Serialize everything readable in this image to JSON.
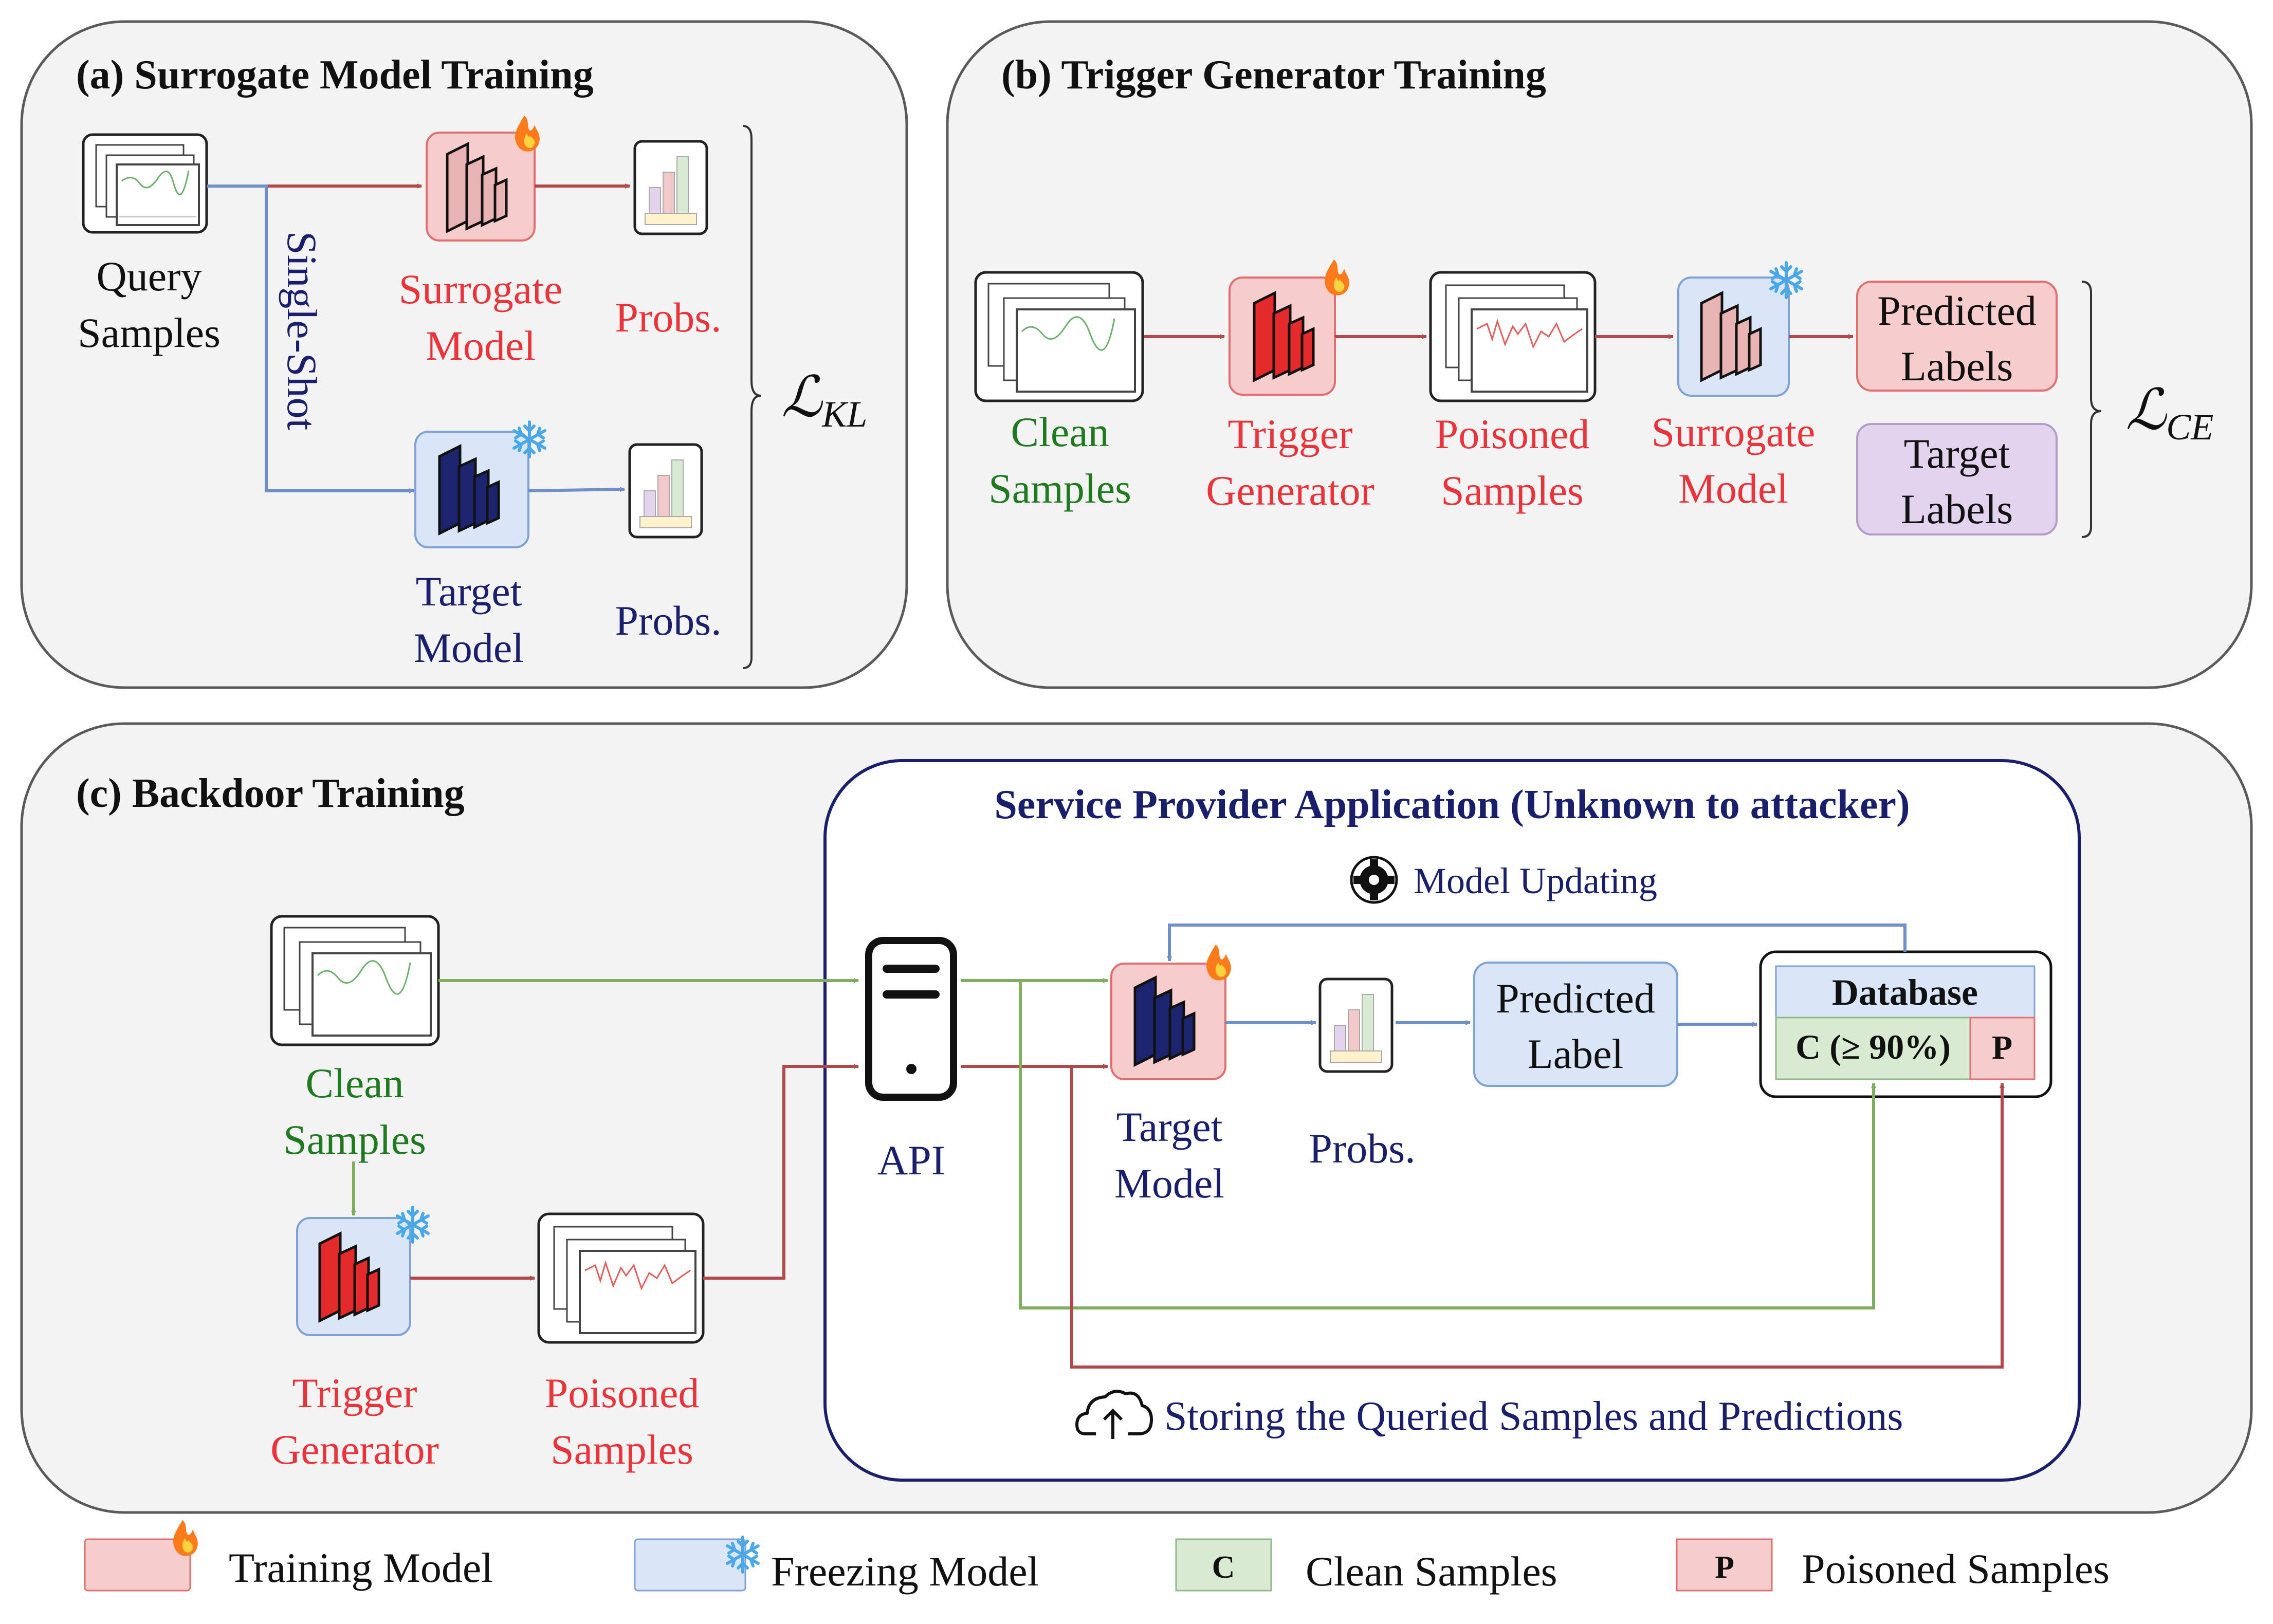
{
  "panels": {
    "a_title": "(a) Surrogate Model Training",
    "b_title": "(b) Trigger Generator Training",
    "c_title": "(c) Backdoor Training",
    "service_title": "Service Provider Application (Unknown to attacker)"
  },
  "panel_a": {
    "query": [
      "Query",
      "Samples"
    ],
    "single_shot": "Single-Shot",
    "surrogate": [
      "Surrogate",
      "Model"
    ],
    "target": [
      "Target",
      "Model"
    ],
    "probs_top": "Probs.",
    "probs_bottom": "Probs.",
    "loss_main": "ℒ",
    "loss_sub": "KL"
  },
  "panel_b": {
    "clean": [
      "Clean",
      "Samples"
    ],
    "trigger": [
      "Trigger",
      "Generator"
    ],
    "poisoned": [
      "Poisoned",
      "Samples"
    ],
    "surrogate": [
      "Surrogate",
      "Model"
    ],
    "predicted": [
      "Predicted",
      "Labels"
    ],
    "target_labels": [
      "Target",
      "Labels"
    ],
    "loss_main": "ℒ",
    "loss_sub": "CE"
  },
  "panel_c": {
    "clean": [
      "Clean",
      "Samples"
    ],
    "trigger": [
      "Trigger",
      "Generator"
    ],
    "poisoned": [
      "Poisoned",
      "Samples"
    ],
    "api": "API",
    "target": [
      "Target",
      "Model"
    ],
    "probs": "Probs.",
    "predicted": [
      "Predicted",
      "Label"
    ],
    "database": "Database",
    "db_clean": "C (≥ 90%)",
    "db_poison": "P",
    "model_updating": "Model Updating",
    "storing": "Storing the Queried Samples and Predictions"
  },
  "legend": {
    "training": "Training Model",
    "freezing": "Freezing Model",
    "clean_box": "C",
    "clean": "Clean Samples",
    "poison_box": "P",
    "poisoned": "Poisoned Samples"
  },
  "colors": {
    "training_fill": "#f6cccc",
    "freezing_fill": "#d8e6f8",
    "clean_fill": "#d9ead3",
    "poison_fill": "#f6cccc",
    "red_text": "#e8343a",
    "green_text": "#1f7a1f",
    "navy_text": "#1a1f6b"
  }
}
